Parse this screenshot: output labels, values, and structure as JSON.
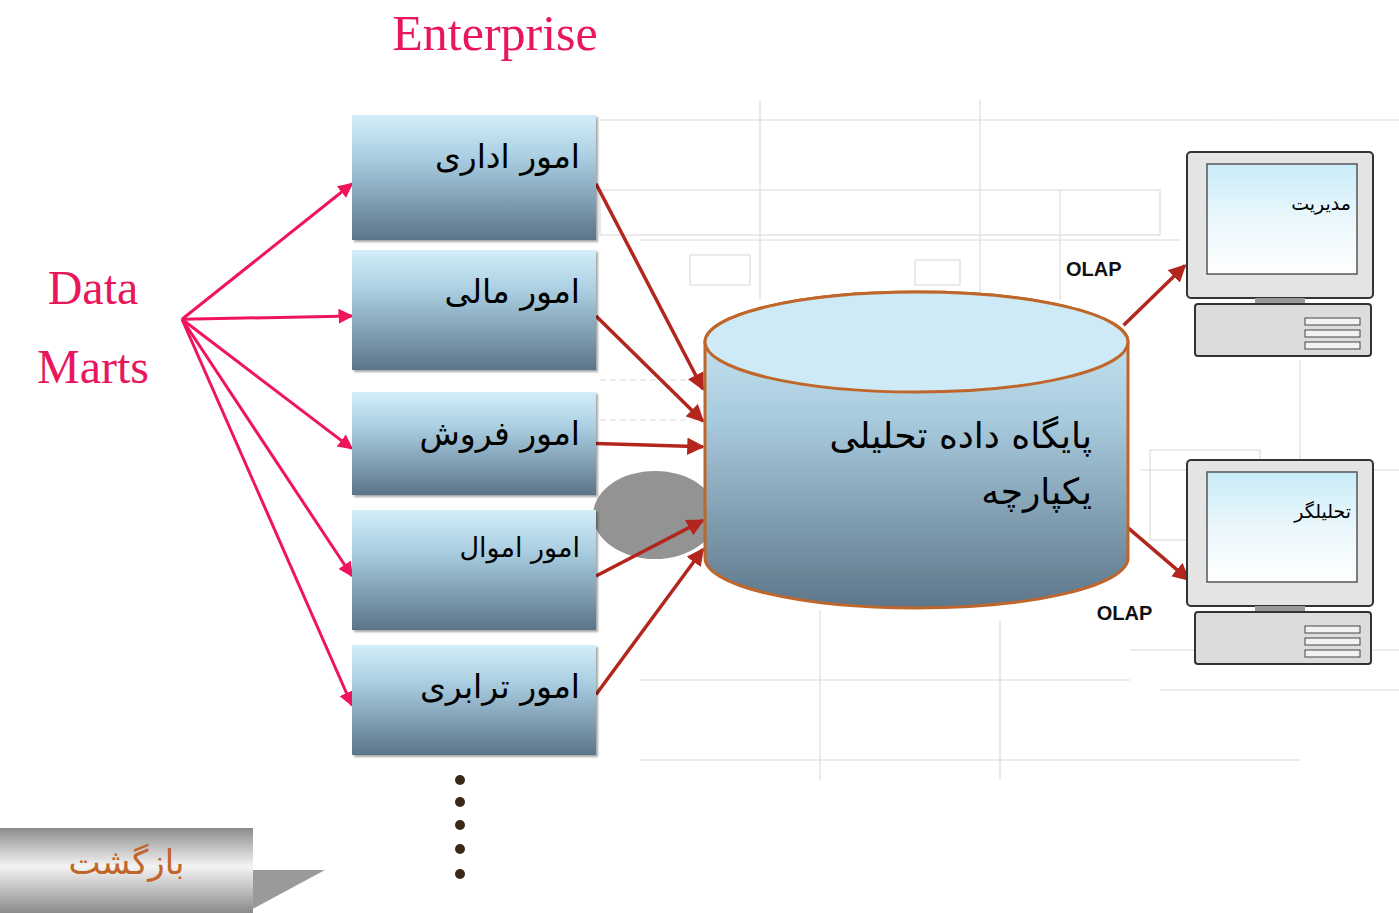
{
  "diagram": {
    "title": "Enterprise",
    "nodes": [
      {
        "text": [
          "امور اداری"
        ]
      },
      {
        "text": [
          "امور مالی"
        ]
      },
      {
        "text": [
          "امور فروش"
        ]
      },
      {
        "text": [
          "امور اموال"
        ]
      },
      {
        "text": [
          "امور ترابری"
        ]
      },
      {
        "text": [
          "پایگاه داده تحلیلی یکپارچه"
        ]
      },
      {
        "text": [
          "مدیریت"
        ]
      },
      {
        "text": [
          "تحلیلگر"
        ]
      },
      {
        "text": [
          "بازگشت"
        ]
      }
    ],
    "edges": [
      {
        "from": 0,
        "to": 5,
        "arrow": "to"
      },
      {
        "from": 1,
        "to": 5,
        "arrow": "to"
      },
      {
        "from": 2,
        "to": 5,
        "arrow": "to"
      },
      {
        "from": 3,
        "to": 5,
        "arrow": "to"
      },
      {
        "from": 4,
        "to": 5,
        "arrow": "to"
      },
      {
        "from": 5,
        "to": 6,
        "label": "OLAP",
        "arrow": "to"
      },
      {
        "from": 5,
        "to": 7,
        "label": "OLAP",
        "arrow": "to"
      }
    ],
    "labels": [
      "Data Marts"
    ]
  }
}
